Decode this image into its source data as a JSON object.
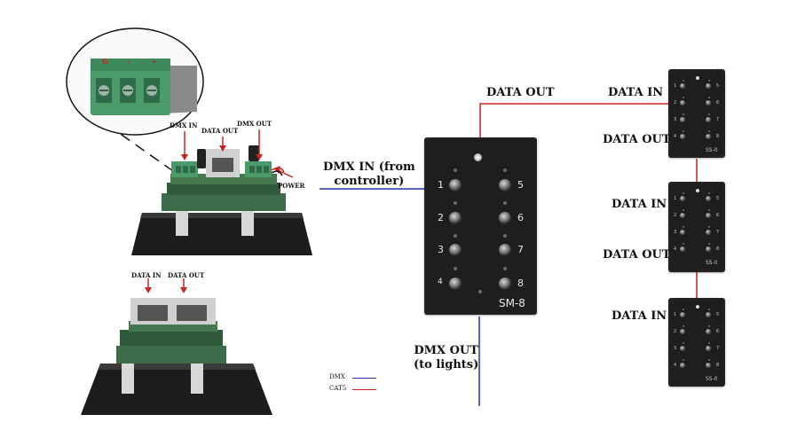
{
  "main_panel": {
    "model": "SM-8",
    "channels": [
      "1",
      "2",
      "3",
      "4",
      "5",
      "6",
      "7",
      "8"
    ]
  },
  "slave_panel": {
    "model": "SS-0",
    "channels": [
      "1",
      "2",
      "3",
      "4",
      "5",
      "6",
      "7",
      "8"
    ]
  },
  "labels": {
    "dmx_in_controller": "DMX IN (from\ncontroller)",
    "dmx_out_lights": "DMX OUT\n(to lights)",
    "data_out_top": "DATA OUT",
    "data_in_1": "DATA IN",
    "data_out_1": "DATA OUT",
    "data_in_2": "DATA IN",
    "data_out_2": "DATA OUT",
    "data_in_3": "DATA IN"
  },
  "board_labels": {
    "dmx_in": "DMX IN",
    "data_out": "DATA OUT",
    "dmx_out": "DMX OUT",
    "power": "POWER",
    "data_in_b": "DATA IN",
    "data_out_b": "DATA OUT"
  },
  "connector_pins": [
    "G",
    "-",
    "+"
  ],
  "legend": [
    {
      "label": "DMX",
      "color": "#2233aa"
    },
    {
      "label": "CAT5",
      "color": "#cc2222"
    }
  ],
  "colors": {
    "dmx": "#2233aa",
    "cat5": "#cc2222"
  }
}
